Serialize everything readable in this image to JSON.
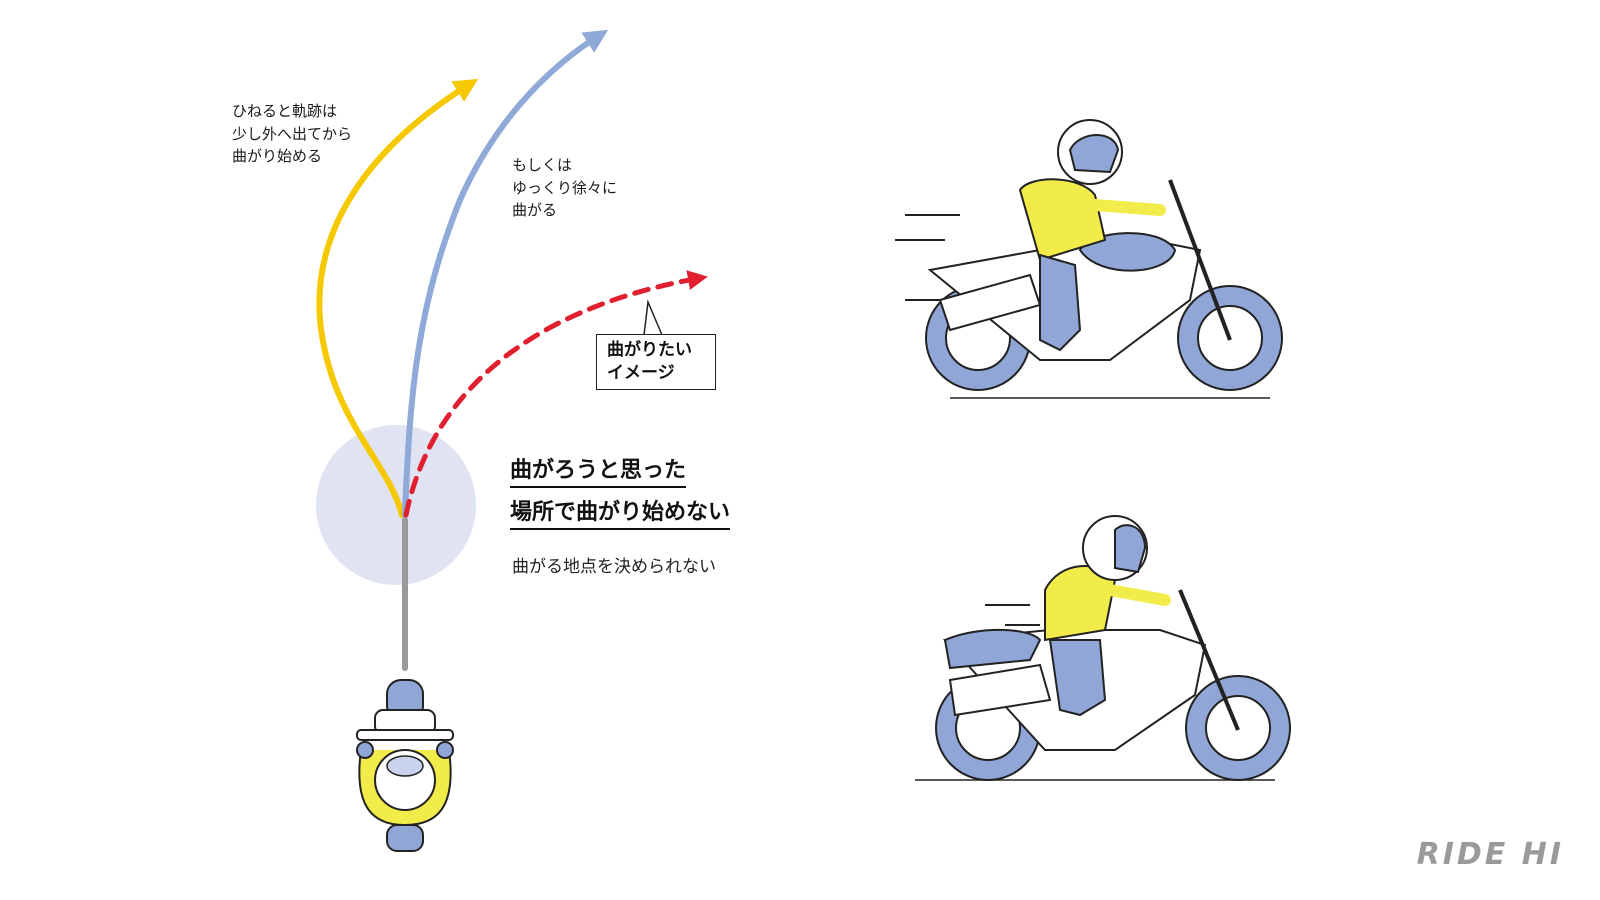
{
  "labels": {
    "yellow_path": [
      "ひねると軌跡は",
      "少し外へ出てから",
      "曲がり始める"
    ],
    "blue_path": [
      "もしくは",
      "ゆっくり徐々に",
      "曲がる"
    ],
    "callout": [
      "曲がりたい",
      "イメージ"
    ],
    "headline": [
      "曲がろうと思った",
      "場所で曲がり始めない"
    ],
    "subline": "曲がる地点を決められない"
  },
  "brand": {
    "logo": "RIDE HI"
  },
  "colors": {
    "yellow": "#f5c800",
    "blue": "#8fa9d8",
    "red": "#e0202f",
    "gray": "#9a9a9a",
    "circle": "#dfe3f2",
    "jacket": "#f2ec4a",
    "bike": "#8fa6d6"
  }
}
